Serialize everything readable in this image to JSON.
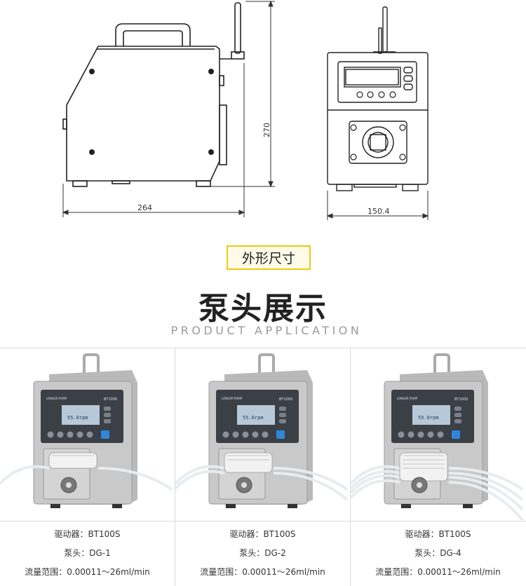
{
  "dimensions": {
    "side_width": "264",
    "height": "270",
    "front_width": "150.4"
  },
  "badge": {
    "label": "外形尺寸"
  },
  "section": {
    "title": "泵头展示",
    "subtitle": "PRODUCT APPLICATION"
  },
  "screen": {
    "brand": "LONGER PUMP",
    "model": "BT100S",
    "speed": "55.0rpm"
  },
  "products": [
    {
      "driver": "驱动器：BT100S",
      "head": "泵头：DG-1",
      "flow": "流量范围：0.00011～26ml/min",
      "channels": 1
    },
    {
      "driver": "驱动器：BT100S",
      "head": "泵头：DG-2",
      "flow": "流量范围：0.00011～26ml/min",
      "channels": 2
    },
    {
      "driver": "驱动器：BT100S",
      "head": "泵头：DG-4",
      "flow": "流量范围：0.00011～26ml/min",
      "channels": 4
    }
  ],
  "colors": {
    "badge_border": "#f0c814",
    "steel": "#c9c9c9",
    "lcd": "#b7c8d8",
    "key_blue": "#2d88d8"
  }
}
